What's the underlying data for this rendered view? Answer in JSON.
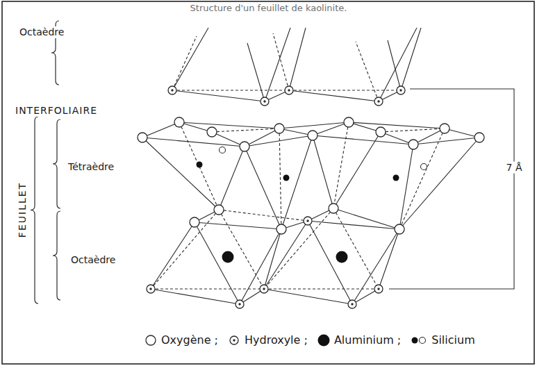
{
  "diagram": {
    "title": "Structure d'un feuillet de kaolinite.",
    "labels": [
      "Octaèdre",
      "INTERFOLIAIRE",
      "Tétraèdre",
      "FEUILLET",
      "Octaèdre",
      "7 Å"
    ],
    "legend": [
      {
        "text": "Oxygène ;"
      },
      {
        "text": "Hydroxyle ;"
      },
      {
        "text": "Aluminium ;"
      },
      {
        "text": "Silicium"
      }
    ]
  }
}
